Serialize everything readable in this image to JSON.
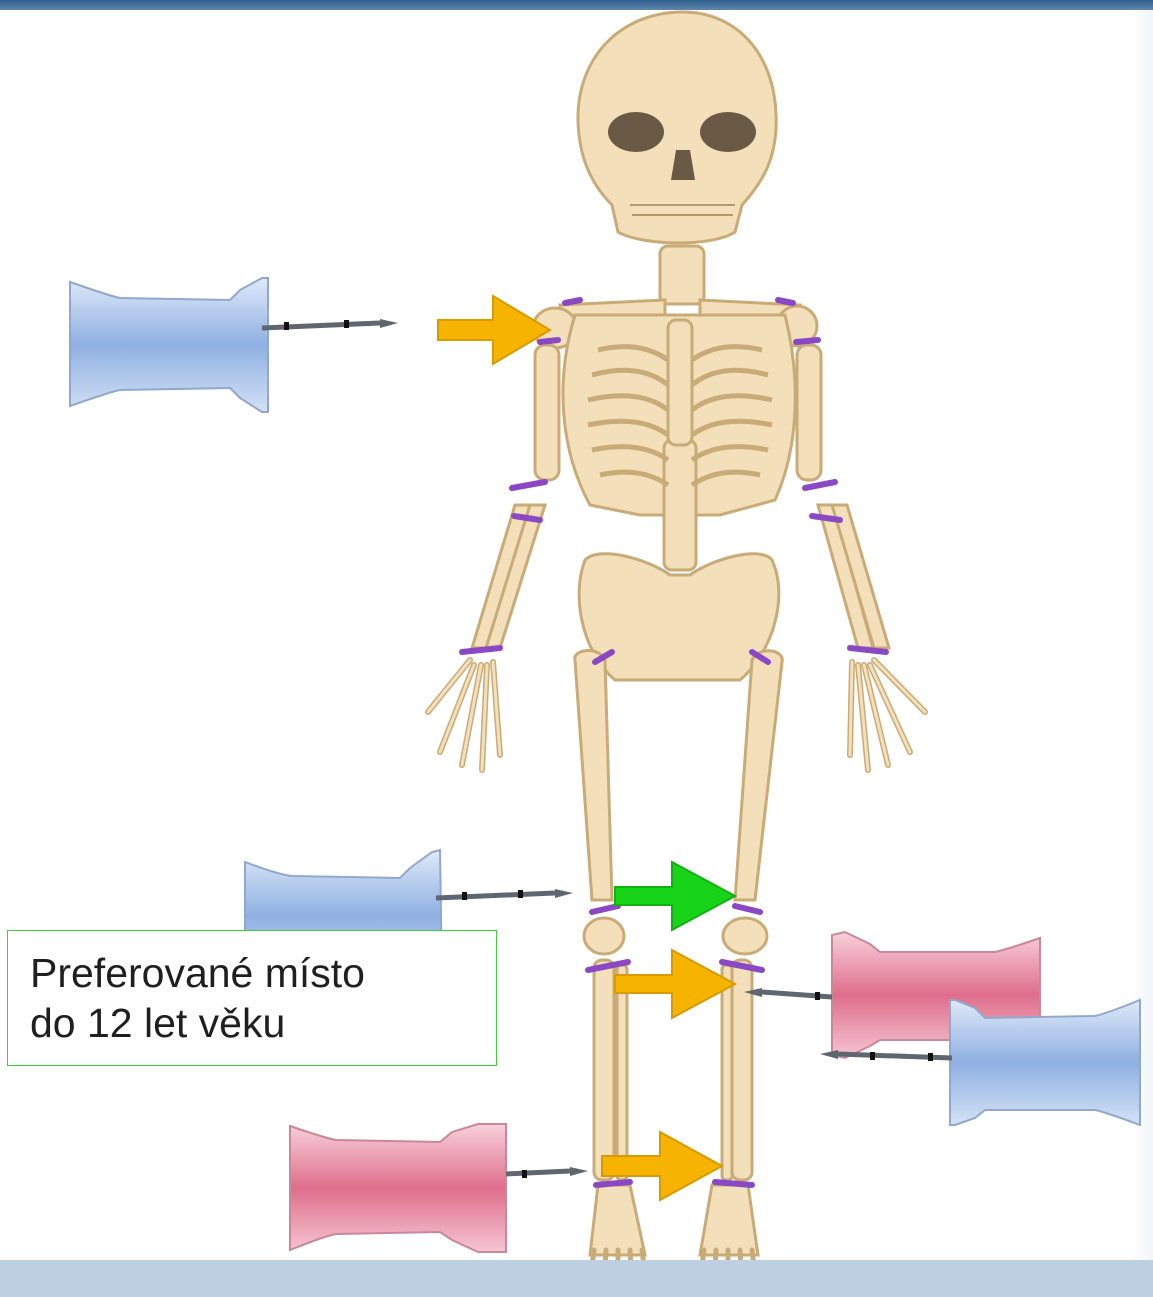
{
  "label": {
    "line1": "Preferované místo",
    "line2": "do 12 let věku"
  },
  "colors": {
    "arrow_orange": "#f6b400",
    "arrow_green": "#18d418",
    "label_border": "#3cd13c",
    "bone": "#f3dfba",
    "bone_outline": "#c9ab77",
    "growth_plate": "#8a48c4",
    "needle_blue": "#a9c3ea",
    "needle_pink": "#e994a9",
    "top_bar": "#3b6a98",
    "bottom_bar": "#bcd0e2"
  },
  "icons": [
    "skeleton-illustration",
    "io-needle-blue-icon",
    "io-needle-pink-icon",
    "arrow-right-icon"
  ]
}
